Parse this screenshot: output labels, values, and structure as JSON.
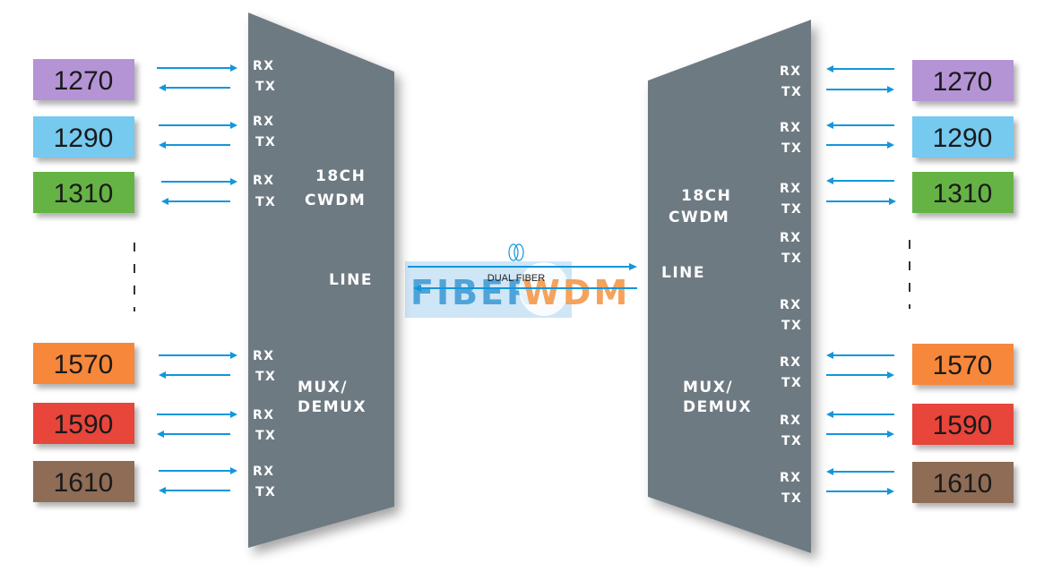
{
  "colors": {
    "mux_body": "#6e7a82",
    "arrow": "#1296db",
    "dash": "#333333"
  },
  "left_mux": {
    "title_line1": "18CH",
    "title_line2": "CWDM",
    "line_label": "LINE",
    "function_line1": "MUX/",
    "function_line2": "DEMUX",
    "ports": [
      {
        "rx": "RX",
        "tx": "TX"
      },
      {
        "rx": "RX",
        "tx": "TX"
      },
      {
        "rx": "RX",
        "tx": "TX"
      },
      {
        "rx": "RX",
        "tx": "TX"
      },
      {
        "rx": "RX",
        "tx": "TX"
      },
      {
        "rx": "RX",
        "tx": "TX"
      }
    ]
  },
  "right_mux": {
    "title_line1": "18CH",
    "title_line2": "CWDM",
    "line_label": "LINE",
    "function_line1": "MUX/",
    "function_line2": "DEMUX",
    "ports": [
      {
        "rx": "RX",
        "tx": "TX"
      },
      {
        "rx": "RX",
        "tx": "TX"
      },
      {
        "rx": "RX",
        "tx": "TX"
      },
      {
        "rx": "RX",
        "tx": "TX"
      },
      {
        "rx": "RX",
        "tx": "TX"
      },
      {
        "rx": "RX",
        "tx": "TX"
      },
      {
        "rx": "RX",
        "tx": "TX"
      },
      {
        "rx": "RX",
        "tx": "TX"
      }
    ]
  },
  "wavelengths": [
    {
      "label": "1270",
      "color": "#b594d6"
    },
    {
      "label": "1290",
      "color": "#76c9ef"
    },
    {
      "label": "1310",
      "color": "#66b345"
    },
    {
      "label": "1570",
      "color": "#f7873a"
    },
    {
      "label": "1590",
      "color": "#e8453b"
    },
    {
      "label": "1610",
      "color": "#8f6c54"
    }
  ],
  "link": {
    "label": "DUAL FIBER"
  },
  "watermark": {
    "part1": "FIBER",
    "part2": "WDM",
    "color1": "#4fa3d8",
    "color2": "#f5a25c"
  }
}
